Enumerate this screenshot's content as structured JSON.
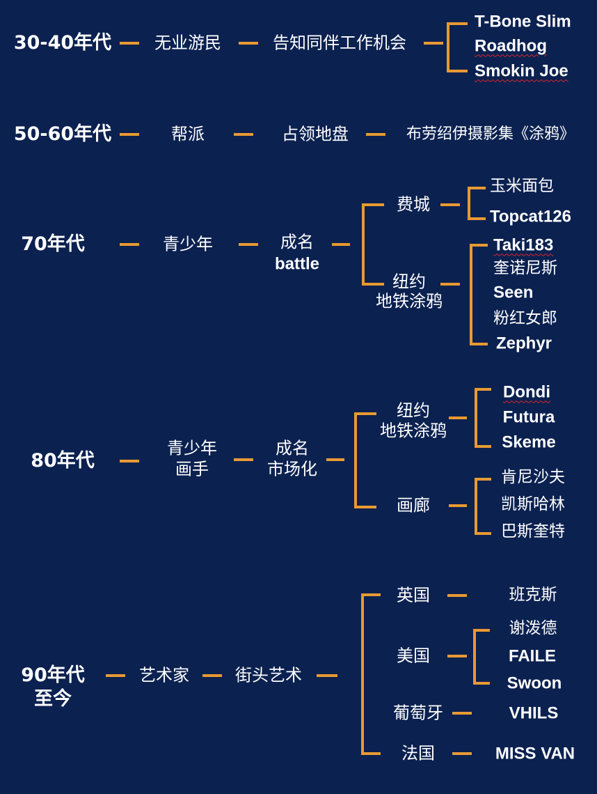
{
  "colors": {
    "background": "#0b2150",
    "connector": "#e89a32",
    "text": "#ffffff",
    "spellcheck_underline": "#e0262b"
  },
  "rows": [
    {
      "era": "30-40年代",
      "role": "无业游民",
      "activity": "告知同伴工作机会",
      "artists": [
        "T-Bone Slim",
        "Roadhog",
        "Smokin Joe"
      ]
    },
    {
      "era": "50-60年代",
      "role": "帮派",
      "activity": "占领地盘",
      "work": "布劳绍伊摄影集《涂鸦》"
    },
    {
      "era": "70年代",
      "role": "青少年",
      "activity": [
        "成名",
        "battle"
      ],
      "branches": [
        {
          "label": "费城",
          "artists": [
            "玉米面包",
            "Topcat126"
          ]
        },
        {
          "label": [
            "纽约",
            "地铁涂鸦"
          ],
          "artists": [
            "Taki183",
            "奎诺尼斯",
            "Seen",
            "粉红女郎",
            "Zephyr"
          ]
        }
      ]
    },
    {
      "era": "80年代",
      "role": [
        "青少年",
        "画手"
      ],
      "activity": [
        "成名",
        "市场化"
      ],
      "branches": [
        {
          "label": [
            "纽约",
            "地铁涂鸦"
          ],
          "artists": [
            "Dondi",
            "Futura",
            "Skeme"
          ]
        },
        {
          "label": "画廊",
          "artists": [
            "肯尼沙夫",
            "凯斯哈林",
            "巴斯奎特"
          ]
        }
      ]
    },
    {
      "era": [
        "90年代",
        "至今"
      ],
      "role": "艺术家",
      "activity": "街头艺术",
      "branches": [
        {
          "label": "英国",
          "artists": [
            "班克斯"
          ]
        },
        {
          "label": "美国",
          "artists": [
            "谢泼德",
            "FAILE",
            "Swoon"
          ]
        },
        {
          "label": "葡萄牙",
          "artists": [
            "VHILS"
          ]
        },
        {
          "label": "法国",
          "artists": [
            "MISS VAN"
          ]
        }
      ]
    }
  ]
}
